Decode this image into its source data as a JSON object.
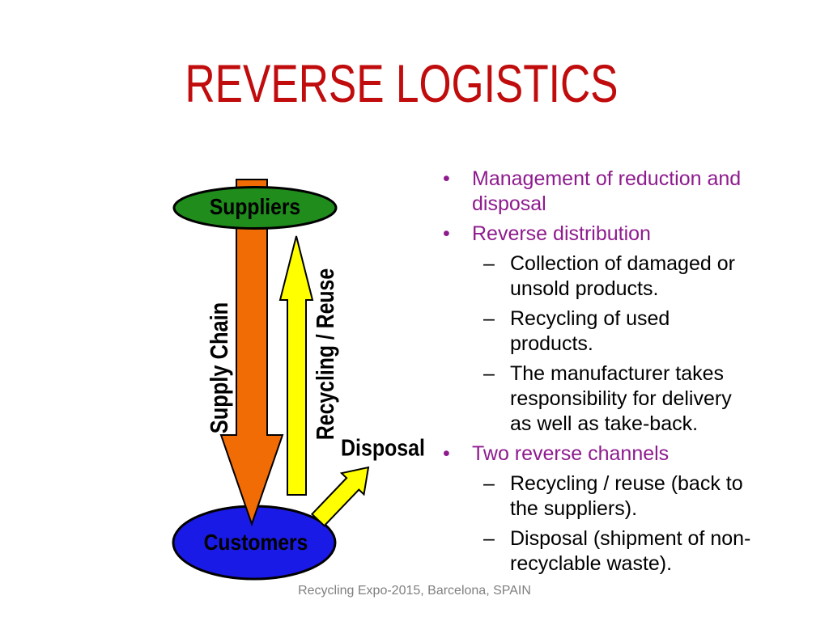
{
  "slide": {
    "title": "REVERSE LOGISTICS",
    "footer": "Recycling Expo-2015, Barcelona, SPAIN"
  },
  "diagram": {
    "suppliers_label": "Suppliers",
    "customers_label": "Customers",
    "supply_chain_label": "Supply Chain",
    "recycling_reuse_label": "Recycling / Reuse",
    "disposal_label": "Disposal",
    "shapes": [
      {
        "name": "supply-chain-arrow",
        "type": "down-arrow",
        "color": "#F26C05"
      },
      {
        "name": "recycling-reuse-arrow",
        "type": "up-arrow",
        "color": "#FFFF00"
      },
      {
        "name": "disposal-arrow",
        "type": "diagonal-up-right-arrow",
        "color": "#FFFF00"
      },
      {
        "name": "suppliers-ellipse",
        "type": "ellipse",
        "color": "#1F8C1C"
      },
      {
        "name": "customers-ellipse",
        "type": "ellipse",
        "color": "#1A1AE6"
      }
    ]
  },
  "bullets": {
    "marker_level1": "•",
    "marker_level2": "–",
    "items": [
      {
        "level": 1,
        "color": "purple",
        "text": "Management of reduction and\ndisposal"
      },
      {
        "level": 1,
        "color": "purple",
        "text": "Reverse distribution"
      },
      {
        "level": 2,
        "color": "black",
        "text": "Collection of damaged or\nunsold products."
      },
      {
        "level": 2,
        "color": "black",
        "text": "Recycling of used\nproducts."
      },
      {
        "level": 2,
        "color": "black",
        "text": "The manufacturer takes\nresponsibility for delivery\nas well as take-back."
      },
      {
        "level": 1,
        "color": "purple",
        "text": "Two reverse channels"
      },
      {
        "level": 2,
        "color": "black",
        "text": "Recycling / reuse (back to\nthe suppliers)."
      },
      {
        "level": 2,
        "color": "black",
        "text": "Disposal (shipment of non-\nrecyclable waste)."
      }
    ]
  },
  "colors": {
    "title_red": "#C00C0C",
    "bullet_purple": "#8E1B8E",
    "body_black": "#000000",
    "footer_gray": "#7F7F7F",
    "supplier_green": "#1F8C1C",
    "customer_blue": "#1A1AE6",
    "arrow_orange": "#F26C05",
    "arrow_yellow": "#FFFF00",
    "outline_black": "#000000"
  }
}
